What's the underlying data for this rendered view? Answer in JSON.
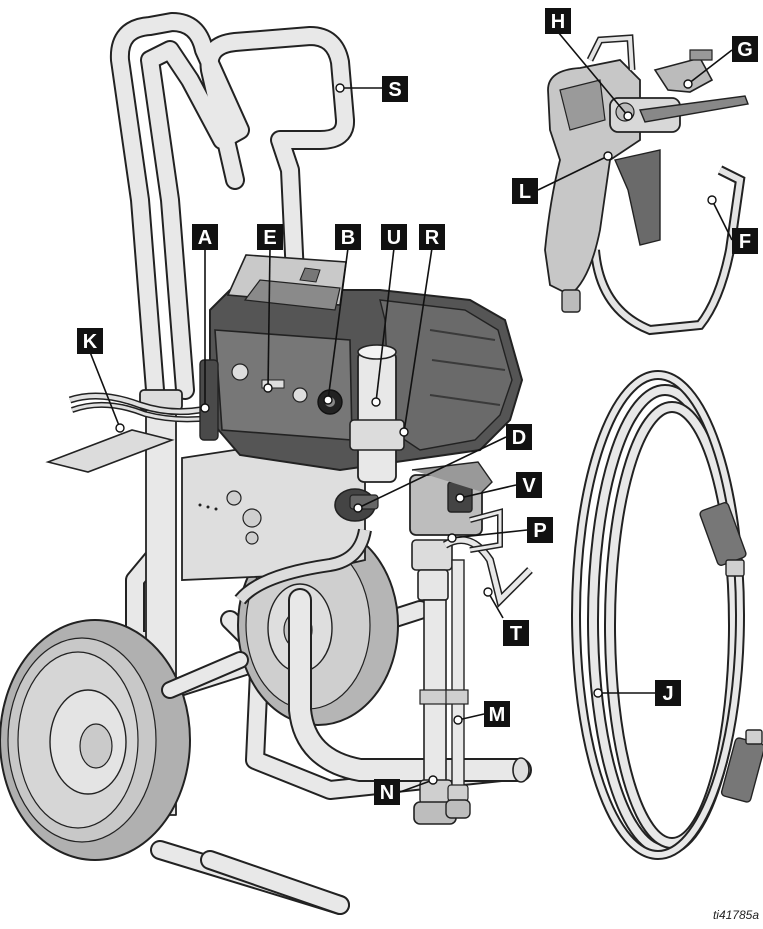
{
  "figure": {
    "id": "ti41785a",
    "labels": [
      {
        "key": "S",
        "text": "S"
      },
      {
        "key": "A",
        "text": "A"
      },
      {
        "key": "E",
        "text": "E"
      },
      {
        "key": "B",
        "text": "B"
      },
      {
        "key": "U",
        "text": "U"
      },
      {
        "key": "R",
        "text": "R"
      },
      {
        "key": "K",
        "text": "K"
      },
      {
        "key": "D",
        "text": "D"
      },
      {
        "key": "V",
        "text": "V"
      },
      {
        "key": "P",
        "text": "P"
      },
      {
        "key": "T",
        "text": "T"
      },
      {
        "key": "M",
        "text": "M"
      },
      {
        "key": "N",
        "text": "N"
      },
      {
        "key": "H",
        "text": "H"
      },
      {
        "key": "G",
        "text": "G"
      },
      {
        "key": "L",
        "text": "L"
      },
      {
        "key": "F",
        "text": "F"
      },
      {
        "key": "J",
        "text": "J"
      }
    ]
  },
  "colors": {
    "outline": "#222222",
    "metal": "#e6e6e6",
    "dark": "#555555",
    "tire": "#b5b5b5",
    "callout": "#111111"
  }
}
